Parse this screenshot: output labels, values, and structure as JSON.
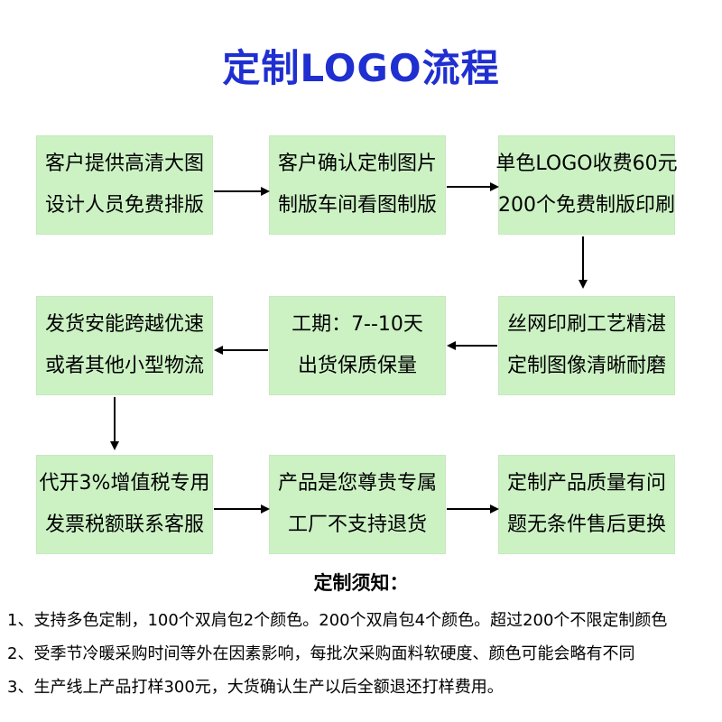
{
  "title": "定制LOGO流程",
  "boxes": [
    {
      "line1": "客户提供高清大图",
      "line2": "设计人员免费排版"
    },
    {
      "line1": "客户确认定制图片",
      "line2": "制版车间看图制版"
    },
    {
      "line1": "单色LOGO收费60元",
      "line2": "200个免费制版印刷"
    },
    {
      "line1": "发货安能跨越优速",
      "line2": "或者其他小型物流"
    },
    {
      "line1": "工期：7--10天",
      "line2": "出货保质保量"
    },
    {
      "line1": "丝网印刷工艺精湛",
      "line2": "定制图像清晰耐磨"
    },
    {
      "line1": "代开3%增值税专用",
      "line2": "发票税额联系客服"
    },
    {
      "line1": "产品是您尊贵专属",
      "line2": "工厂不支持退货"
    },
    {
      "line1": "定制产品质量有问",
      "line2": "题无条件售后更换"
    }
  ],
  "notes": {
    "title": "定制须知：",
    "items": [
      "1、支持多色定制，100个双肩包2个颜色。200个双肩包4个颜色。超过200个不限定制颜色",
      "2、受季节冷暖采购时间等外在因素影响，每批次采购面料软硬度、颜色可能会略有不同",
      "3、生产线上产品打样300元，大货确认生产以后全额退还打样费用。"
    ]
  },
  "colors": {
    "title": "#1f2fd0",
    "box_fill": "#ccf2c4",
    "arrow": "#000000"
  }
}
